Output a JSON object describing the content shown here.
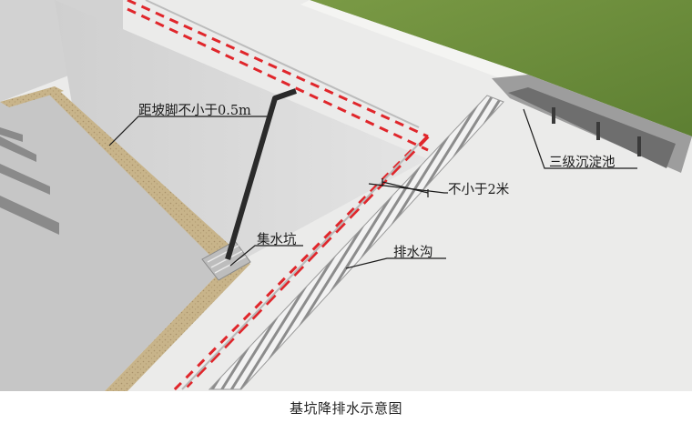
{
  "labels": {
    "slope_toe_distance": "距坡脚不小于0.5m",
    "sump": "集水坑",
    "min_distance": "不小于2米",
    "drainage_ditch": "排水沟",
    "sedimentation_tank": "三级沉淀池"
  },
  "caption": "基坑降排水示意图",
  "colors": {
    "grass": "#6b8f3a",
    "ground": "#ebebea",
    "pit_wall": "#d9d9d9",
    "pit_floor": "#c9c9c9",
    "sand_border": "#c8b48a",
    "fence_red": "#e0262b",
    "pipe": "#2a2a2a",
    "leader": "#1a1a1a"
  }
}
